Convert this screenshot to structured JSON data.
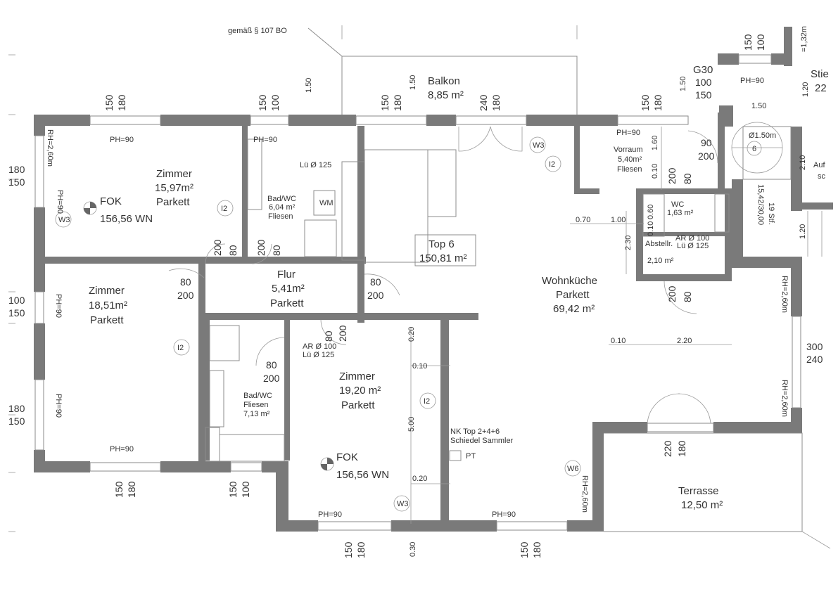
{
  "plan": {
    "note_top": "gemäß § 107 BO",
    "unit": {
      "name": "Top 6",
      "area": "150,81 m²"
    }
  },
  "rooms": {
    "balkon": {
      "name": "Balkon",
      "area": "8,85 m²"
    },
    "zimmer1": {
      "name": "Zimmer",
      "area": "15,97m²",
      "floor": "Parkett"
    },
    "bad1": {
      "name": "Bad/WC",
      "area": "6,04 m²",
      "floor": "Fliesen"
    },
    "zimmer2": {
      "name": "Zimmer",
      "area": "18,51m²",
      "floor": "Parkett"
    },
    "flur": {
      "name": "Flur",
      "area": "5,41m²",
      "floor": "Parkett"
    },
    "bad2": {
      "name": "Bad/WC",
      "floor": "Fliesen",
      "area": "7,13 m²"
    },
    "zimmer3": {
      "name": "Zimmer",
      "area": "19,20 m²",
      "floor": "Parkett"
    },
    "wohnkueche": {
      "name": "Wohnküche",
      "floor": "Parkett",
      "area": "69,42 m²"
    },
    "vorraum": {
      "name": "Vorraum",
      "area": "5,40m²",
      "floor": "Fliesen"
    },
    "wc": {
      "name": "WC",
      "area": "1,63 m²"
    },
    "abstell": {
      "name": "Abstellr.",
      "area": "2,10 m²"
    },
    "terrasse": {
      "name": "Terrasse",
      "area": "12,50 m²"
    },
    "stiege": {
      "name": "Stie",
      "area": "22"
    },
    "aufzug": {
      "name": "Auf",
      "sub": "sc"
    }
  },
  "labels": {
    "fok1": "FOK",
    "fok1_val": "156,56 WN",
    "fok2": "FOK",
    "fok2_val": "156,56 WN",
    "ph90": "PH=90",
    "rh260": "RH=2,60m",
    "lue125": "Lü Ø 125",
    "ar100": "AR Ø 100",
    "wm": "WM",
    "nk1": "NK Top 2+4+6",
    "nk2": "Schiedel Sammler",
    "pt": "PT",
    "stfl": "19 Stf.",
    "stfl2": "15,42/30,00",
    "g30": "G30",
    "circle": "Ø1.50m",
    "six": "6",
    "w3": "W3",
    "i2": "I2",
    "w6": "W6"
  },
  "dims": {
    "d180": "180",
    "d150": "150",
    "d100": "100",
    "d240": "240",
    "d80": "80",
    "d200": "200",
    "d90": "90",
    "d300": "300",
    "d220": "220",
    "d150m": "1.50",
    "d160": "1.60",
    "d010": "0.10",
    "d070": "0.70",
    "d100m": "1.00",
    "d230": "2.30",
    "d020": "0.20",
    "d500": "5.00",
    "d030": "0.30",
    "d210": "2.10",
    "d220m": "2.20",
    "d120": "1.20",
    "d132": "=1,32m",
    "d060": "0.60"
  }
}
